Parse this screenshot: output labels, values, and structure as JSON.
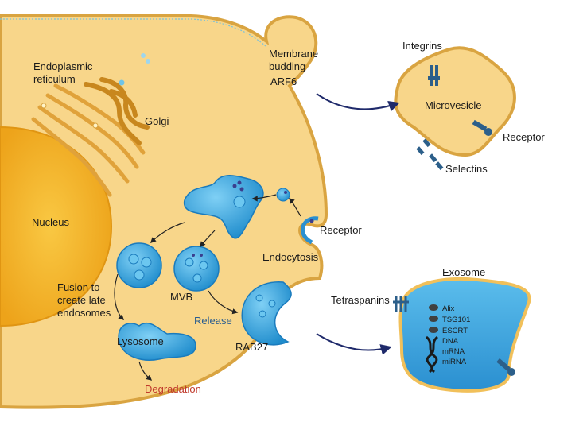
{
  "labels": {
    "er_line1": "Endoplasmic",
    "er_line2": "reticulum",
    "golgi": "Golgi",
    "nucleus": "Nucleus",
    "budding_line1": "Membrane",
    "budding_line2": "budding",
    "arf6": "ARF6",
    "receptor_cell": "Receptor",
    "endocytosis": "Endocytosis",
    "fusion_line1": "Fusion to",
    "fusion_line2": "create late",
    "fusion_line3": "endosomes",
    "mvb": "MVB",
    "release": "Release",
    "lysosome": "Lysosome",
    "rab27": "RAB27",
    "degradation": "Degradation",
    "integrins": "Integrins",
    "microvesicle": "Microvesicle",
    "receptor_mv": "Receptor",
    "selectins": "Selectins",
    "exosome": "Exosome",
    "tetraspanins": "Tetraspanins",
    "cargo": [
      "Alix",
      "TSG101",
      "ESCRT",
      "DNA",
      "mRNA",
      "miRNA"
    ]
  },
  "colors": {
    "cell_fill": "#f8d68a",
    "membrane": "#d9a441",
    "nucleus": "#f5b324",
    "vesicle": "#3ba3dc",
    "arrow_dark": "#1f2a6b"
  }
}
